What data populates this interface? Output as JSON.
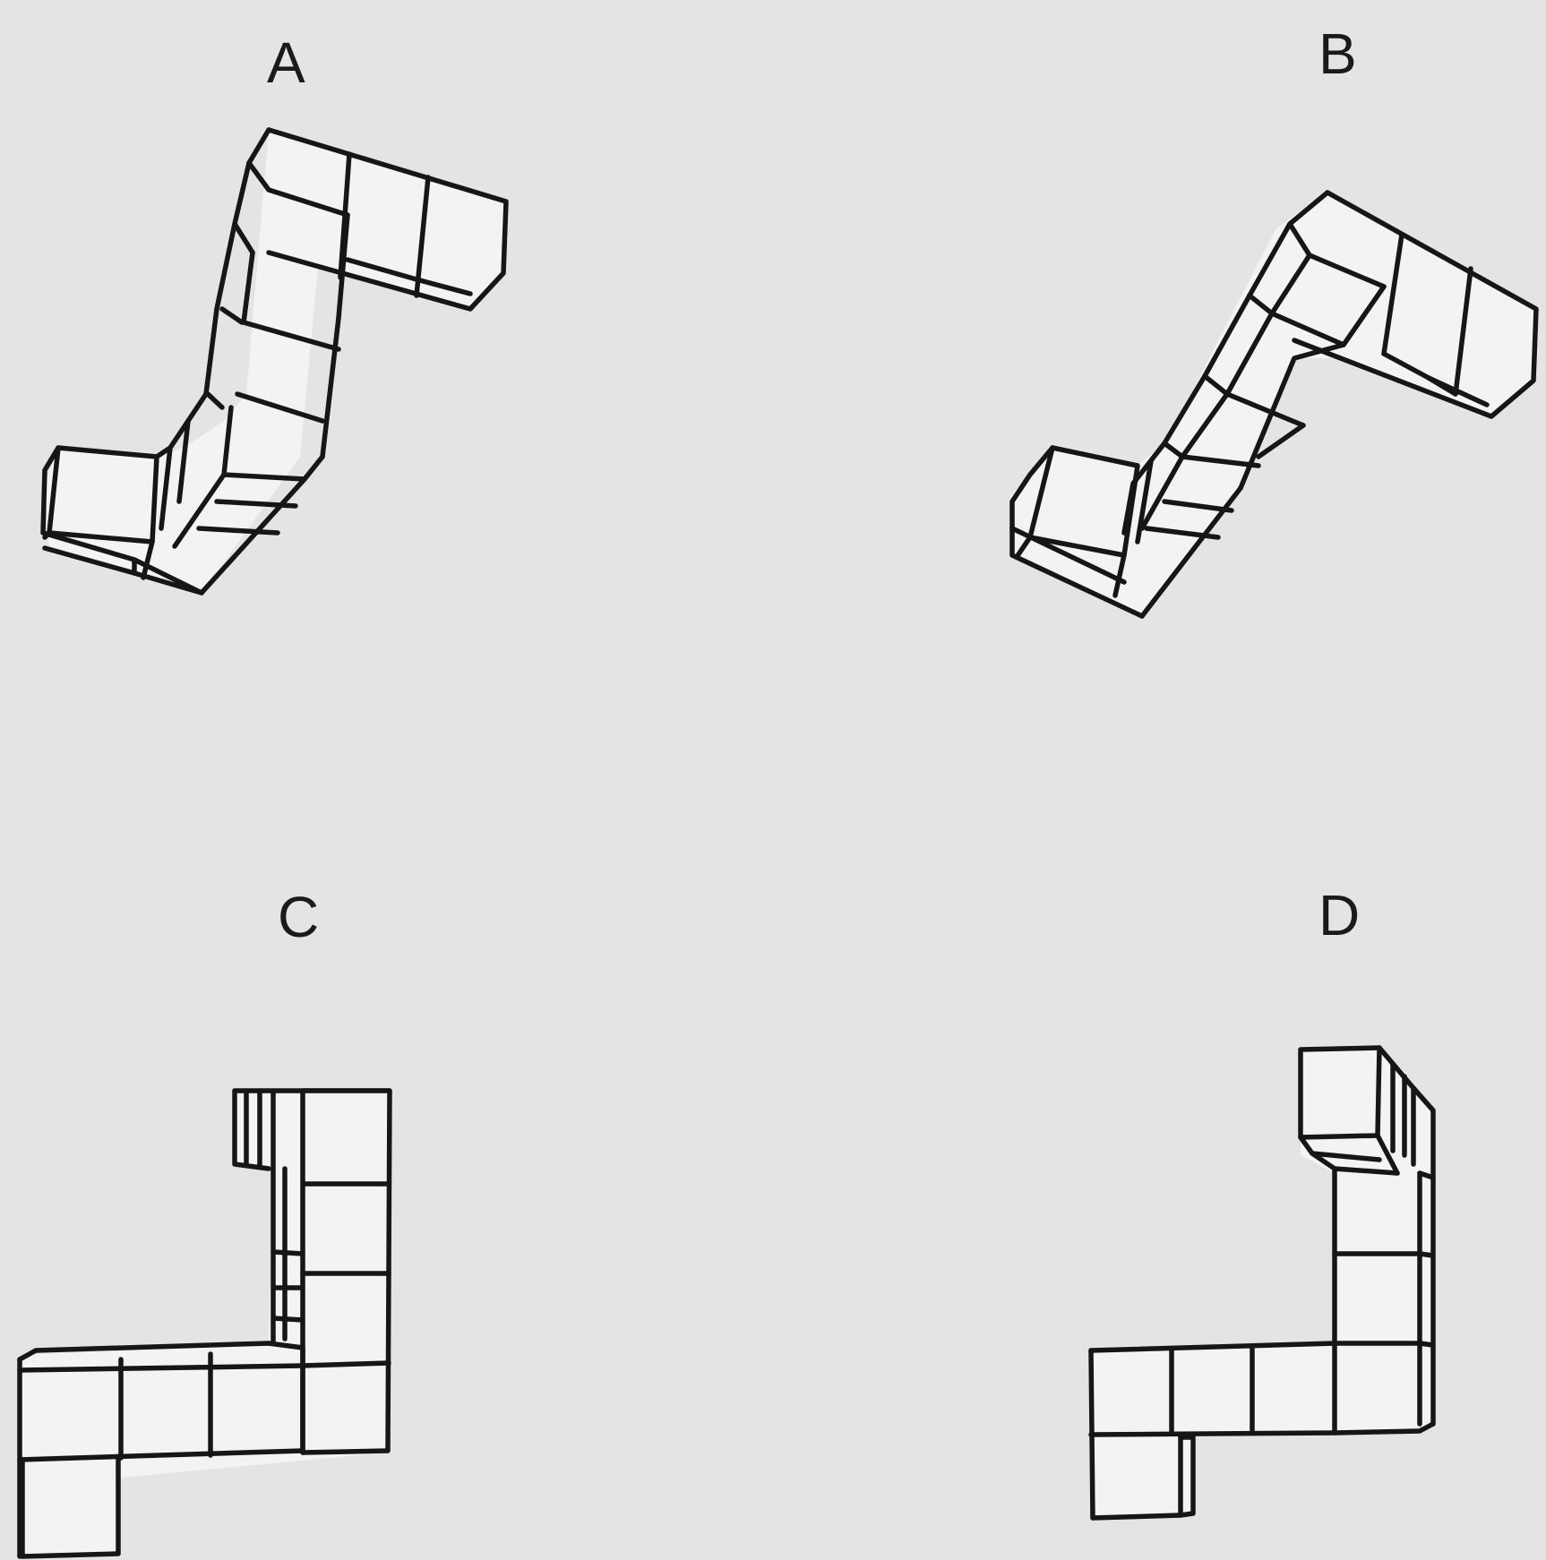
{
  "options": [
    {
      "label": "A"
    },
    {
      "label": "B"
    },
    {
      "label": "C"
    },
    {
      "label": "D"
    }
  ],
  "colors": {
    "background": "#e4e4e6",
    "ink": "#161616",
    "cube_face": "#f3f3f3"
  }
}
